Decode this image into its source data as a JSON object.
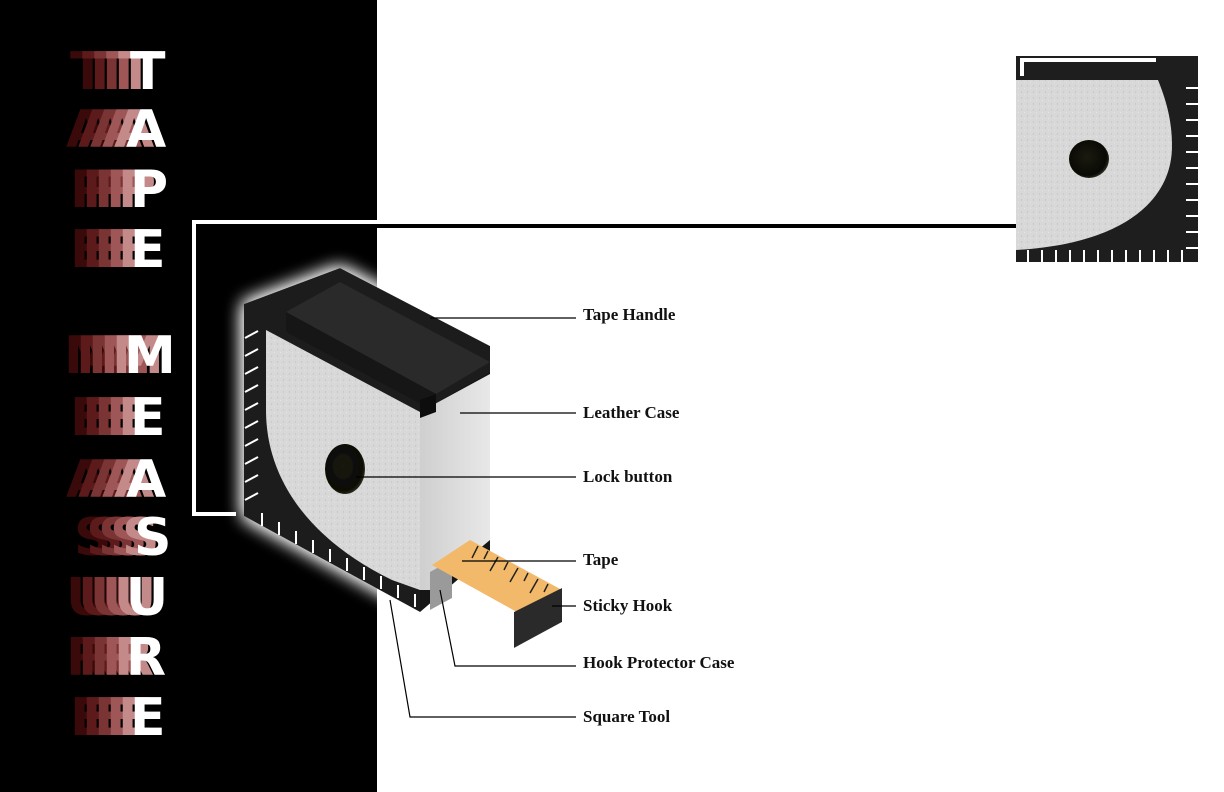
{
  "title": {
    "letters": [
      "T",
      "A",
      "P",
      "E",
      "M",
      "E",
      "A",
      "S",
      "U",
      "R",
      "E"
    ]
  },
  "callouts": [
    {
      "id": "tape-handle",
      "label": "Tape Handle"
    },
    {
      "id": "leather-case",
      "label": "Leather Case"
    },
    {
      "id": "lock-button",
      "label": "Lock button"
    },
    {
      "id": "tape",
      "label": "Tape"
    },
    {
      "id": "sticky-hook",
      "label": "Sticky Hook"
    },
    {
      "id": "hook-protector-case",
      "label": "Hook Protector Case"
    },
    {
      "id": "square-tool",
      "label": "Square Tool"
    }
  ],
  "colors": {
    "panel": "#000000",
    "background": "#ffffff",
    "leather": "#d9d9d9",
    "body_dark": "#1e1e1e",
    "tape": "#f2b96a",
    "hook": "#2a2a2a",
    "title_text": "#ffffff"
  }
}
